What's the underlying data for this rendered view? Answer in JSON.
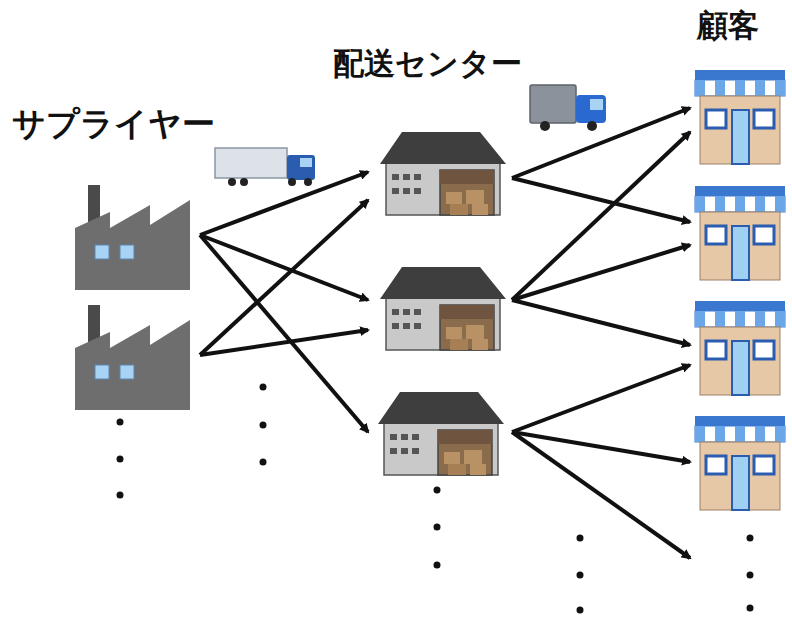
{
  "diagram": {
    "labels": [
      "サプライヤー",
      "配送センター",
      "顧客"
    ]
  }
}
